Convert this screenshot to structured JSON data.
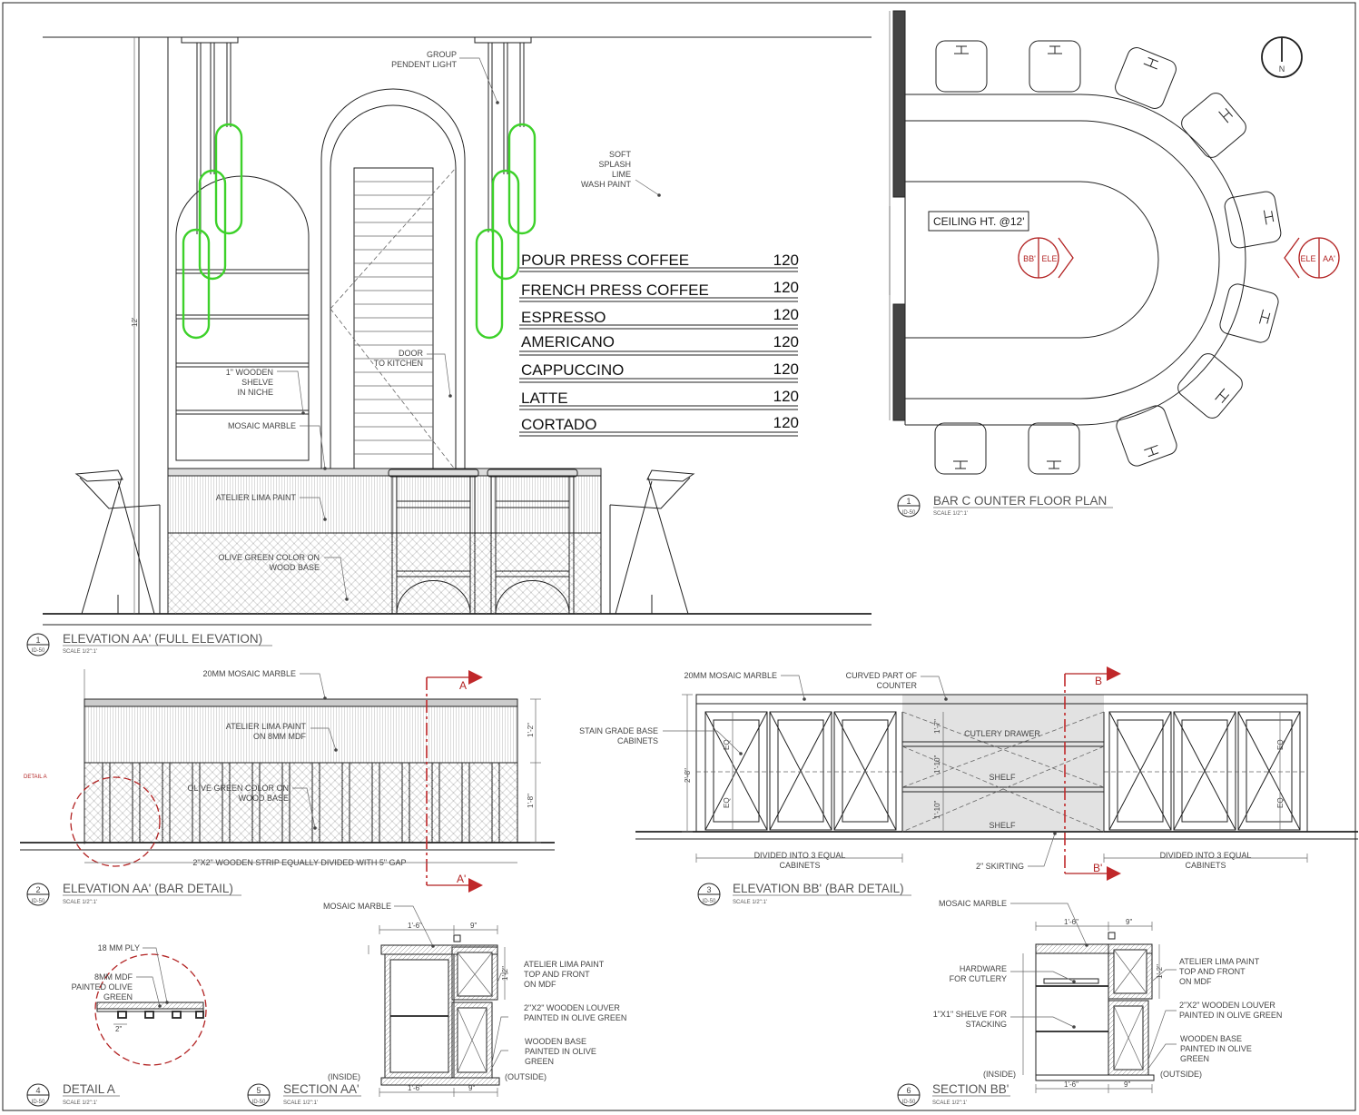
{
  "elevation_aa_full": {
    "title": "ELEVATION AA' (FULL ELEVATION)",
    "scale": "SCALE 1/2\":1'",
    "number": "1",
    "sheet": "ID-50",
    "height_dim": "12'",
    "labels": {
      "pendent": [
        "GROUP",
        "PENDENT LIGHT"
      ],
      "soft": [
        "SOFT",
        "SPLASH",
        "LIME",
        "WASH PAINT"
      ],
      "door": [
        "DOOR",
        "TO KITCHEN"
      ],
      "shelve": [
        "1\" WOODEN",
        "SHELVE",
        "IN NICHE"
      ],
      "mosaic": "MOSAIC MARBLE",
      "atelier": "ATELIER LIMA PAINT",
      "olive": [
        "OLIVE GREEN COLOR ON",
        "WOOD BASE"
      ]
    }
  },
  "menu": [
    {
      "item": "POUR PRESS COFFEE",
      "price": "120"
    },
    {
      "item": "FRENCH PRESS COFFEE",
      "price": "120"
    },
    {
      "item": "ESPRESSO",
      "price": "120"
    },
    {
      "item": "AMERICANO",
      "price": "120"
    },
    {
      "item": "CAPPUCCINO",
      "price": "120"
    },
    {
      "item": "LATTE",
      "price": "120"
    },
    {
      "item": "CORTADO",
      "price": "120"
    }
  ],
  "floor_plan": {
    "title": "BAR C OUNTER FLOOR PLAN",
    "scale": "SCALE 1/2\":1'",
    "number": "1",
    "sheet": "ID-50",
    "ceiling": "CEILING HT. @12'",
    "north": "N",
    "marker_left": [
      "BB'",
      "ELE"
    ],
    "marker_right": [
      "ELE",
      "AA'"
    ]
  },
  "elevation_aa_bar": {
    "title": "ELEVATION AA' (BAR DETAIL)",
    "scale": "SCALE 1/2\":1'",
    "number": "2",
    "sheet": "ID-50",
    "labels": {
      "marble": "20MM MOSAIC MARBLE",
      "atelier": [
        "ATELIER LIMA PAINT",
        "ON 8MM MDF"
      ],
      "olive": [
        "OLIVE GREEN COLOR ON",
        "WOOD BASE"
      ],
      "strip": "2\"X2\" WOODEN STRIP EQUALLY DIVIDED WITH 5\" GAP",
      "detail": "DETAIL A",
      "sec_a": "A",
      "sec_a2": "A'"
    },
    "dims": [
      "1'-2\"",
      "1'-8\""
    ]
  },
  "elevation_bb_bar": {
    "title": "ELEVATION BB' (BAR DETAIL)",
    "scale": "SCALE 1/2\":1'",
    "number": "3",
    "sheet": "ID-50",
    "labels": {
      "marble": "20MM MOSAIC MARBLE",
      "curved": [
        "CURVED PART OF",
        "COUNTER"
      ],
      "stain": [
        "STAIN GRADE BASE",
        "CABINETS"
      ],
      "cutlery": "CUTLERY DRAWER",
      "shelf1": "SHELF",
      "shelf2": "SHELF",
      "skirting": "2\" SKIRTING",
      "divided_left": [
        "DIVIDED INTO 3 EQUAL",
        "CABINETS"
      ],
      "divided_right": [
        "DIVIDED INTO 3 EQUAL",
        "CABINETS"
      ],
      "sec_b": "B",
      "sec_b2": "B'"
    },
    "dims": [
      "2'-8\"",
      "EQ",
      "EQ",
      "EQ",
      "EQ",
      "1'-7\"",
      "1'-10\"",
      "1'-10\""
    ]
  },
  "detail_a": {
    "title": "DETAIL A",
    "scale": "SCALE 1/2\":1'",
    "number": "4",
    "sheet": "ID-50",
    "labels": {
      "ply": "18 MM PLY",
      "mdf": [
        "8MM MDF",
        "PAINTED OLIVE",
        "GREEN"
      ]
    },
    "dim": "2\""
  },
  "section_aa": {
    "title": "SECTION AA'",
    "scale": "SCALE 1/2\":1'",
    "number": "5",
    "sheet": "ID-50",
    "labels": {
      "marble": "MOSAIC MARBLE",
      "atelier": [
        "ATELIER LIMA PAINT",
        "TOP AND FRONT",
        "ON MDF"
      ],
      "louver": [
        "2\"X2\" WOODEN LOUVER",
        "PAINTED IN OLIVE GREEN"
      ],
      "base": [
        "WOODEN BASE",
        "PAINTED IN OLIVE",
        "GREEN"
      ],
      "inside": "(INSIDE)",
      "outside": "(OUTSIDE)"
    },
    "dims": [
      "1'-6\"",
      "9\"",
      "1'-6\"",
      "9\"",
      "1'-2\""
    ]
  },
  "section_bb": {
    "title": "SECTION BB'",
    "scale": "SCALE 1/2\":1'",
    "number": "6",
    "sheet": "ID-50",
    "labels": {
      "marble": "MOSAIC MARBLE",
      "hardware": [
        "HARDWARE",
        "FOR CUTLERY"
      ],
      "shelve": [
        "1\"X1\" SHELVE FOR",
        "STACKING"
      ],
      "atelier": [
        "ATELIER LIMA PAINT",
        "TOP AND FRONT",
        "ON MDF"
      ],
      "louver": [
        "2\"X2\" WOODEN LOUVER",
        "PAINTED IN OLIVE GREEN"
      ],
      "base": [
        "WOODEN BASE",
        "PAINTED IN OLIVE",
        "GREEN"
      ],
      "inside": "(INSIDE)",
      "outside": "(OUTSIDE)"
    },
    "dims": [
      "1'-6\"",
      "9\"",
      "1'-6\"",
      "9\"",
      "1'-2\""
    ]
  },
  "colors": {
    "line": "#222222",
    "light": "#3dd12a",
    "section": "#b22222"
  }
}
